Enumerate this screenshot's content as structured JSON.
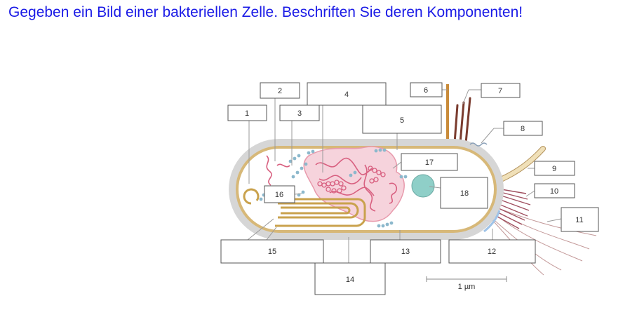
{
  "title": "Gegeben ein Bild einer bakteriellen Zelle. Beschriften Sie deren Komponenten!",
  "colors": {
    "title": "#1a1ae6",
    "cell_wall": "#d6d6d6",
    "cytoplasm": "#ffffff",
    "membrane": "#d7b878",
    "nucleoid": "#e89aac",
    "nucleoid_fill": "#f6d3dc",
    "ribosome": "#8cb8cc",
    "inclusion": "#8fcfc8",
    "flagellum": "#f0e0b8",
    "pili": "#a05060",
    "mesosome": "#c9a24d"
  },
  "labels": [
    "1",
    "2",
    "3",
    "4",
    "5",
    "6",
    "7",
    "8",
    "9",
    "10",
    "11",
    "12",
    "13",
    "14",
    "15",
    "16",
    "17",
    "18"
  ],
  "scale_bar": "1 µm"
}
